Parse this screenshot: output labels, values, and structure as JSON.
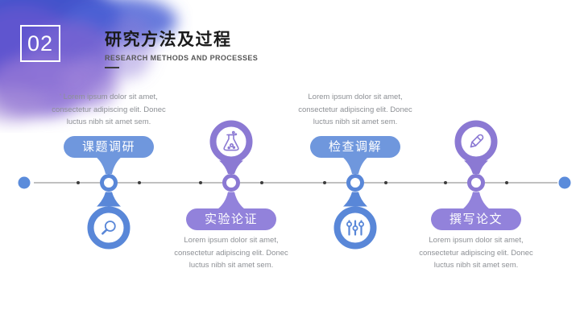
{
  "slide": {
    "section_number": "02",
    "title": "研究方法及过程",
    "subtitle": "RESEARCH METHODS AND PROCESSES"
  },
  "colors": {
    "label_blue": "#6f97dd",
    "label_purple": "#9282db",
    "ring_blue": "#5987d8",
    "ring_purple": "#8b79d3",
    "endpoint_dot": "#5b8cdb",
    "timeline_line": "#9b9b9b",
    "tick_dot": "#3c3c3c",
    "splash_blue": "#4353cb",
    "splash_purple": "#8f74d6"
  },
  "milestones": [
    {
      "label": "课题调研",
      "icon": "magnifier-icon",
      "accent": "blue",
      "label_position": "above-line",
      "desc_lines": [
        "' Lorem ipsum dolor sit amet,",
        "consectetur adipiscing elit. Donec",
        "luctus nibh sit amet sem."
      ]
    },
    {
      "label": "实验论证",
      "icon": "flask-icon",
      "accent": "purple",
      "label_position": "below-line",
      "desc_lines": [
        "Lorem ipsum dolor sit amet,",
        "consectetur adipiscing elit. Donec",
        "luctus nibh sit amet sem."
      ]
    },
    {
      "label": "检查调解",
      "icon": "sliders-icon",
      "accent": "blue",
      "label_position": "above-line",
      "desc_lines": [
        "Lorem ipsum dolor sit amet,",
        "consectetur adipiscing elit. Donec",
        "luctus nibh sit amet sem."
      ]
    },
    {
      "label": "撰写论文",
      "icon": "pencil-icon",
      "accent": "purple",
      "label_position": "below-line",
      "desc_lines": [
        "Lorem ipsum dolor sit amet,",
        "consectetur adipiscing elit. Donec",
        "luctus nibh sit amet sem."
      ]
    }
  ]
}
